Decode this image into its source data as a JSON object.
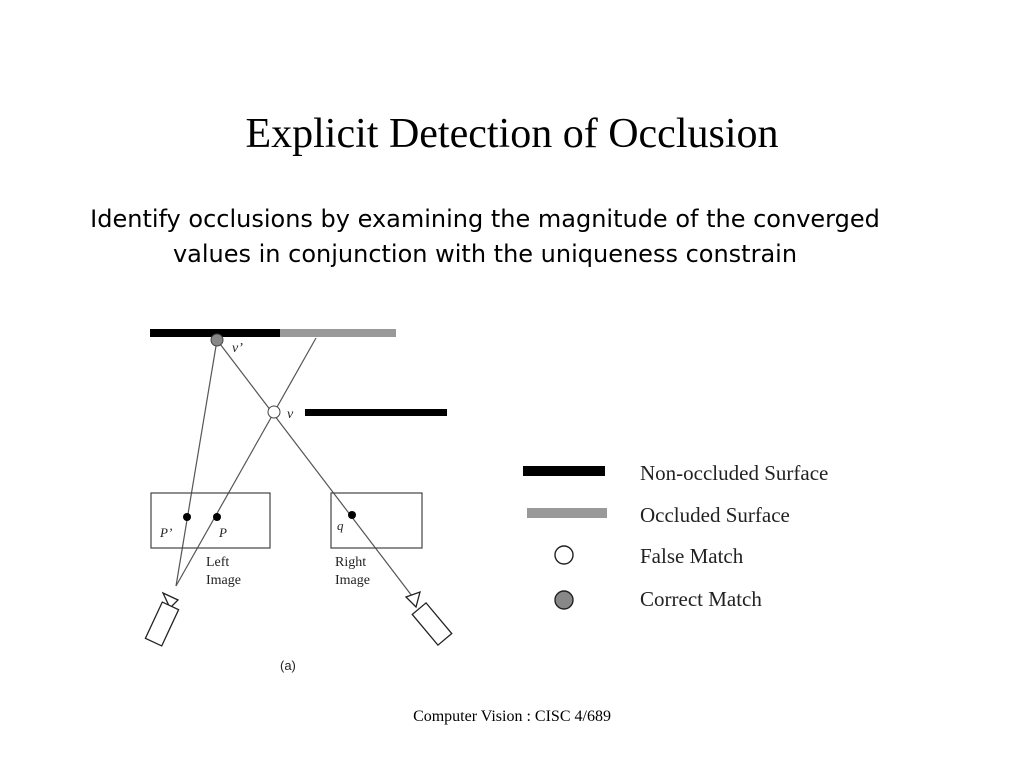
{
  "title": "Explicit Detection of Occlusion",
  "subtitle": "Identify occlusions by examining the magnitude of the converged values in conjunction with the uniqueness constrain",
  "diagram": {
    "labels": {
      "v_prime": "v’",
      "v": "v",
      "p_prime": "P’",
      "p": "P",
      "q": "q",
      "left_image_1": "Left",
      "left_image_2": "Image",
      "right_image_1": "Right",
      "right_image_2": "Image",
      "caption": "(a)"
    },
    "colors": {
      "non_occluded": "#000000",
      "occluded": "#999999",
      "false_match_fill": "#ffffff",
      "correct_match_fill": "#888888",
      "line": "#555555"
    }
  },
  "legend": {
    "items": [
      {
        "label": "Non-occluded Surface",
        "symbol": "black-bar"
      },
      {
        "label": "Occluded Surface",
        "symbol": "gray-bar"
      },
      {
        "label": "False Match",
        "symbol": "white-circle"
      },
      {
        "label": "Correct Match",
        "symbol": "gray-circle"
      }
    ]
  },
  "footer": "Computer Vision : CISC 4/689"
}
